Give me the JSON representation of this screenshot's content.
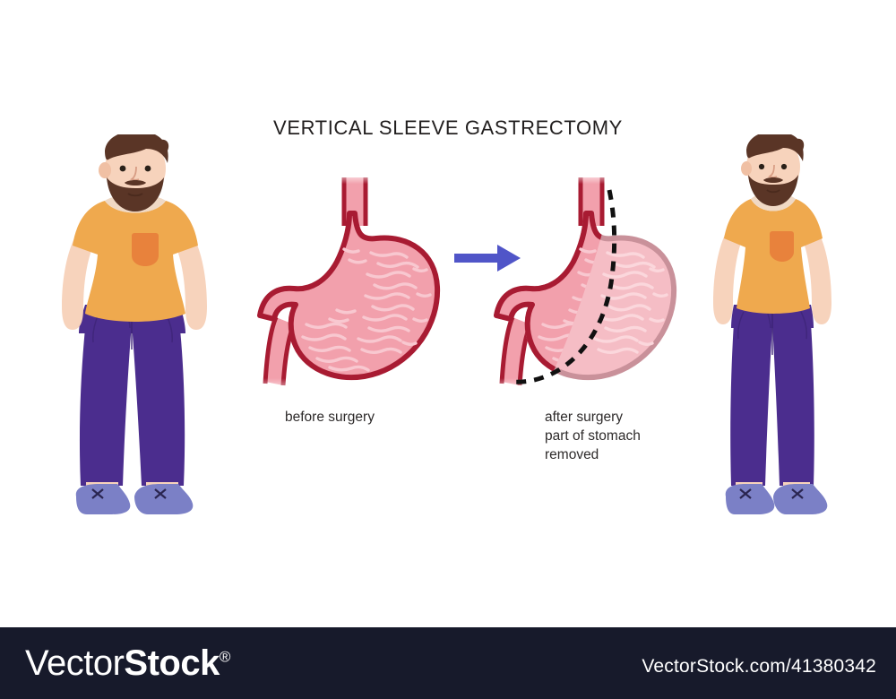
{
  "title": "VERTICAL SLEEVE GASTRECTOMY",
  "captions": {
    "before": [
      "before surgery"
    ],
    "after": [
      "after surgery",
      "part of stomach",
      "removed"
    ]
  },
  "figures": {
    "left_patient": {
      "name": "obese man before surgery",
      "shirt_color": "#EFA94E",
      "pocket_color": "#E8823C",
      "pants_color": "#4B2D8E",
      "shoe_color": "#7B80C6",
      "skin_color": "#F7D3BC",
      "hair_color": "#5A3526"
    },
    "right_patient": {
      "name": "slim man after surgery",
      "shirt_color": "#EFA94E",
      "pocket_color": "#E8823C",
      "pants_color": "#4B2D8E",
      "shoe_color": "#7B80C6",
      "skin_color": "#F7D3BC",
      "hair_color": "#5A3526"
    },
    "stomach_before": {
      "name": "healthy stomach before surgery",
      "outline_color": "#A81B32",
      "fill_color": "#F2A0AC",
      "rugae_color": "#F8C3CB"
    },
    "stomach_after": {
      "name": "stomach with resection line",
      "outline_color": "#A81B32",
      "fill_color": "#F2A0AC",
      "rugae_color": "#F8C3CB",
      "removed_outline_color": "#C9919A",
      "removed_fill_color": "#F5BDC5",
      "cut_line_color": "#111111",
      "cut_line_style": "dashed"
    },
    "arrow": {
      "name": "transition arrow",
      "color": "#5055C8",
      "direction": "right"
    }
  },
  "footer": {
    "logo_light": "Vector",
    "logo_bold": "Stock",
    "logo_registered": "®",
    "url": "VectorStock.com/41380342",
    "background": "#171A2B"
  }
}
